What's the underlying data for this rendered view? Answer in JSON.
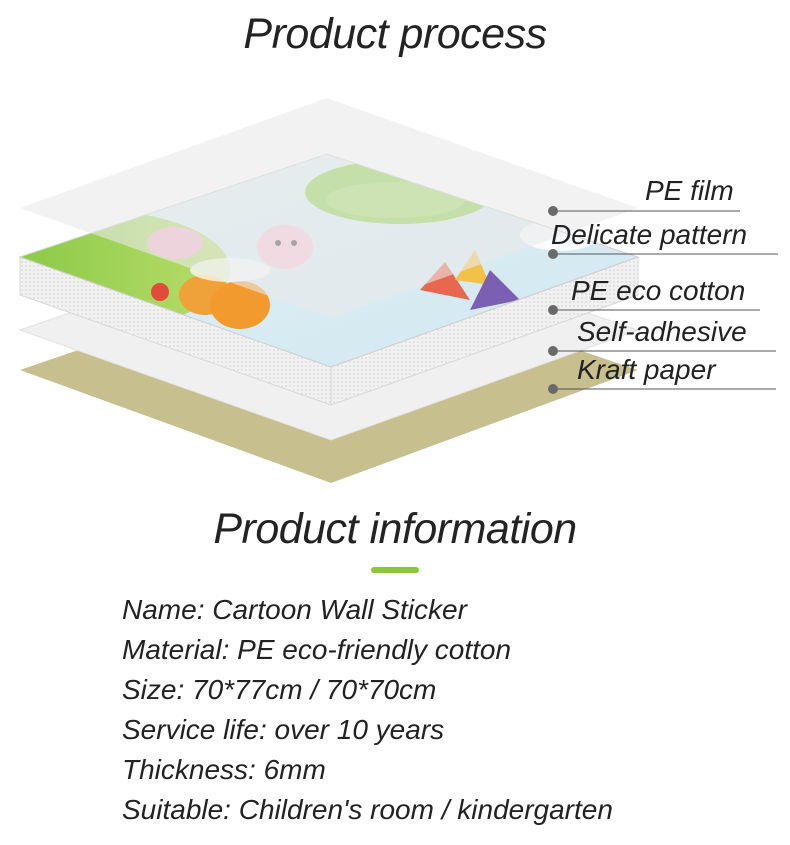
{
  "headings": {
    "process": "Product process",
    "information": "Product information"
  },
  "layers": {
    "labels": [
      "PE film",
      "Delicate pattern",
      "PE eco cotton",
      "Self-adhesive",
      "Kraft paper"
    ]
  },
  "info": {
    "lines": [
      "Name: Cartoon Wall Sticker",
      "Material: PE eco-friendly cotton",
      "Size: 70*77cm / 70*70cm",
      "Service life: over 10 years",
      "Thickness: 6mm",
      "Suitable: Children's room / kindergarten"
    ]
  },
  "colors": {
    "accent_green": "#8cc63f",
    "kraft": "#c8bf8e",
    "leader_line": "#555555"
  }
}
